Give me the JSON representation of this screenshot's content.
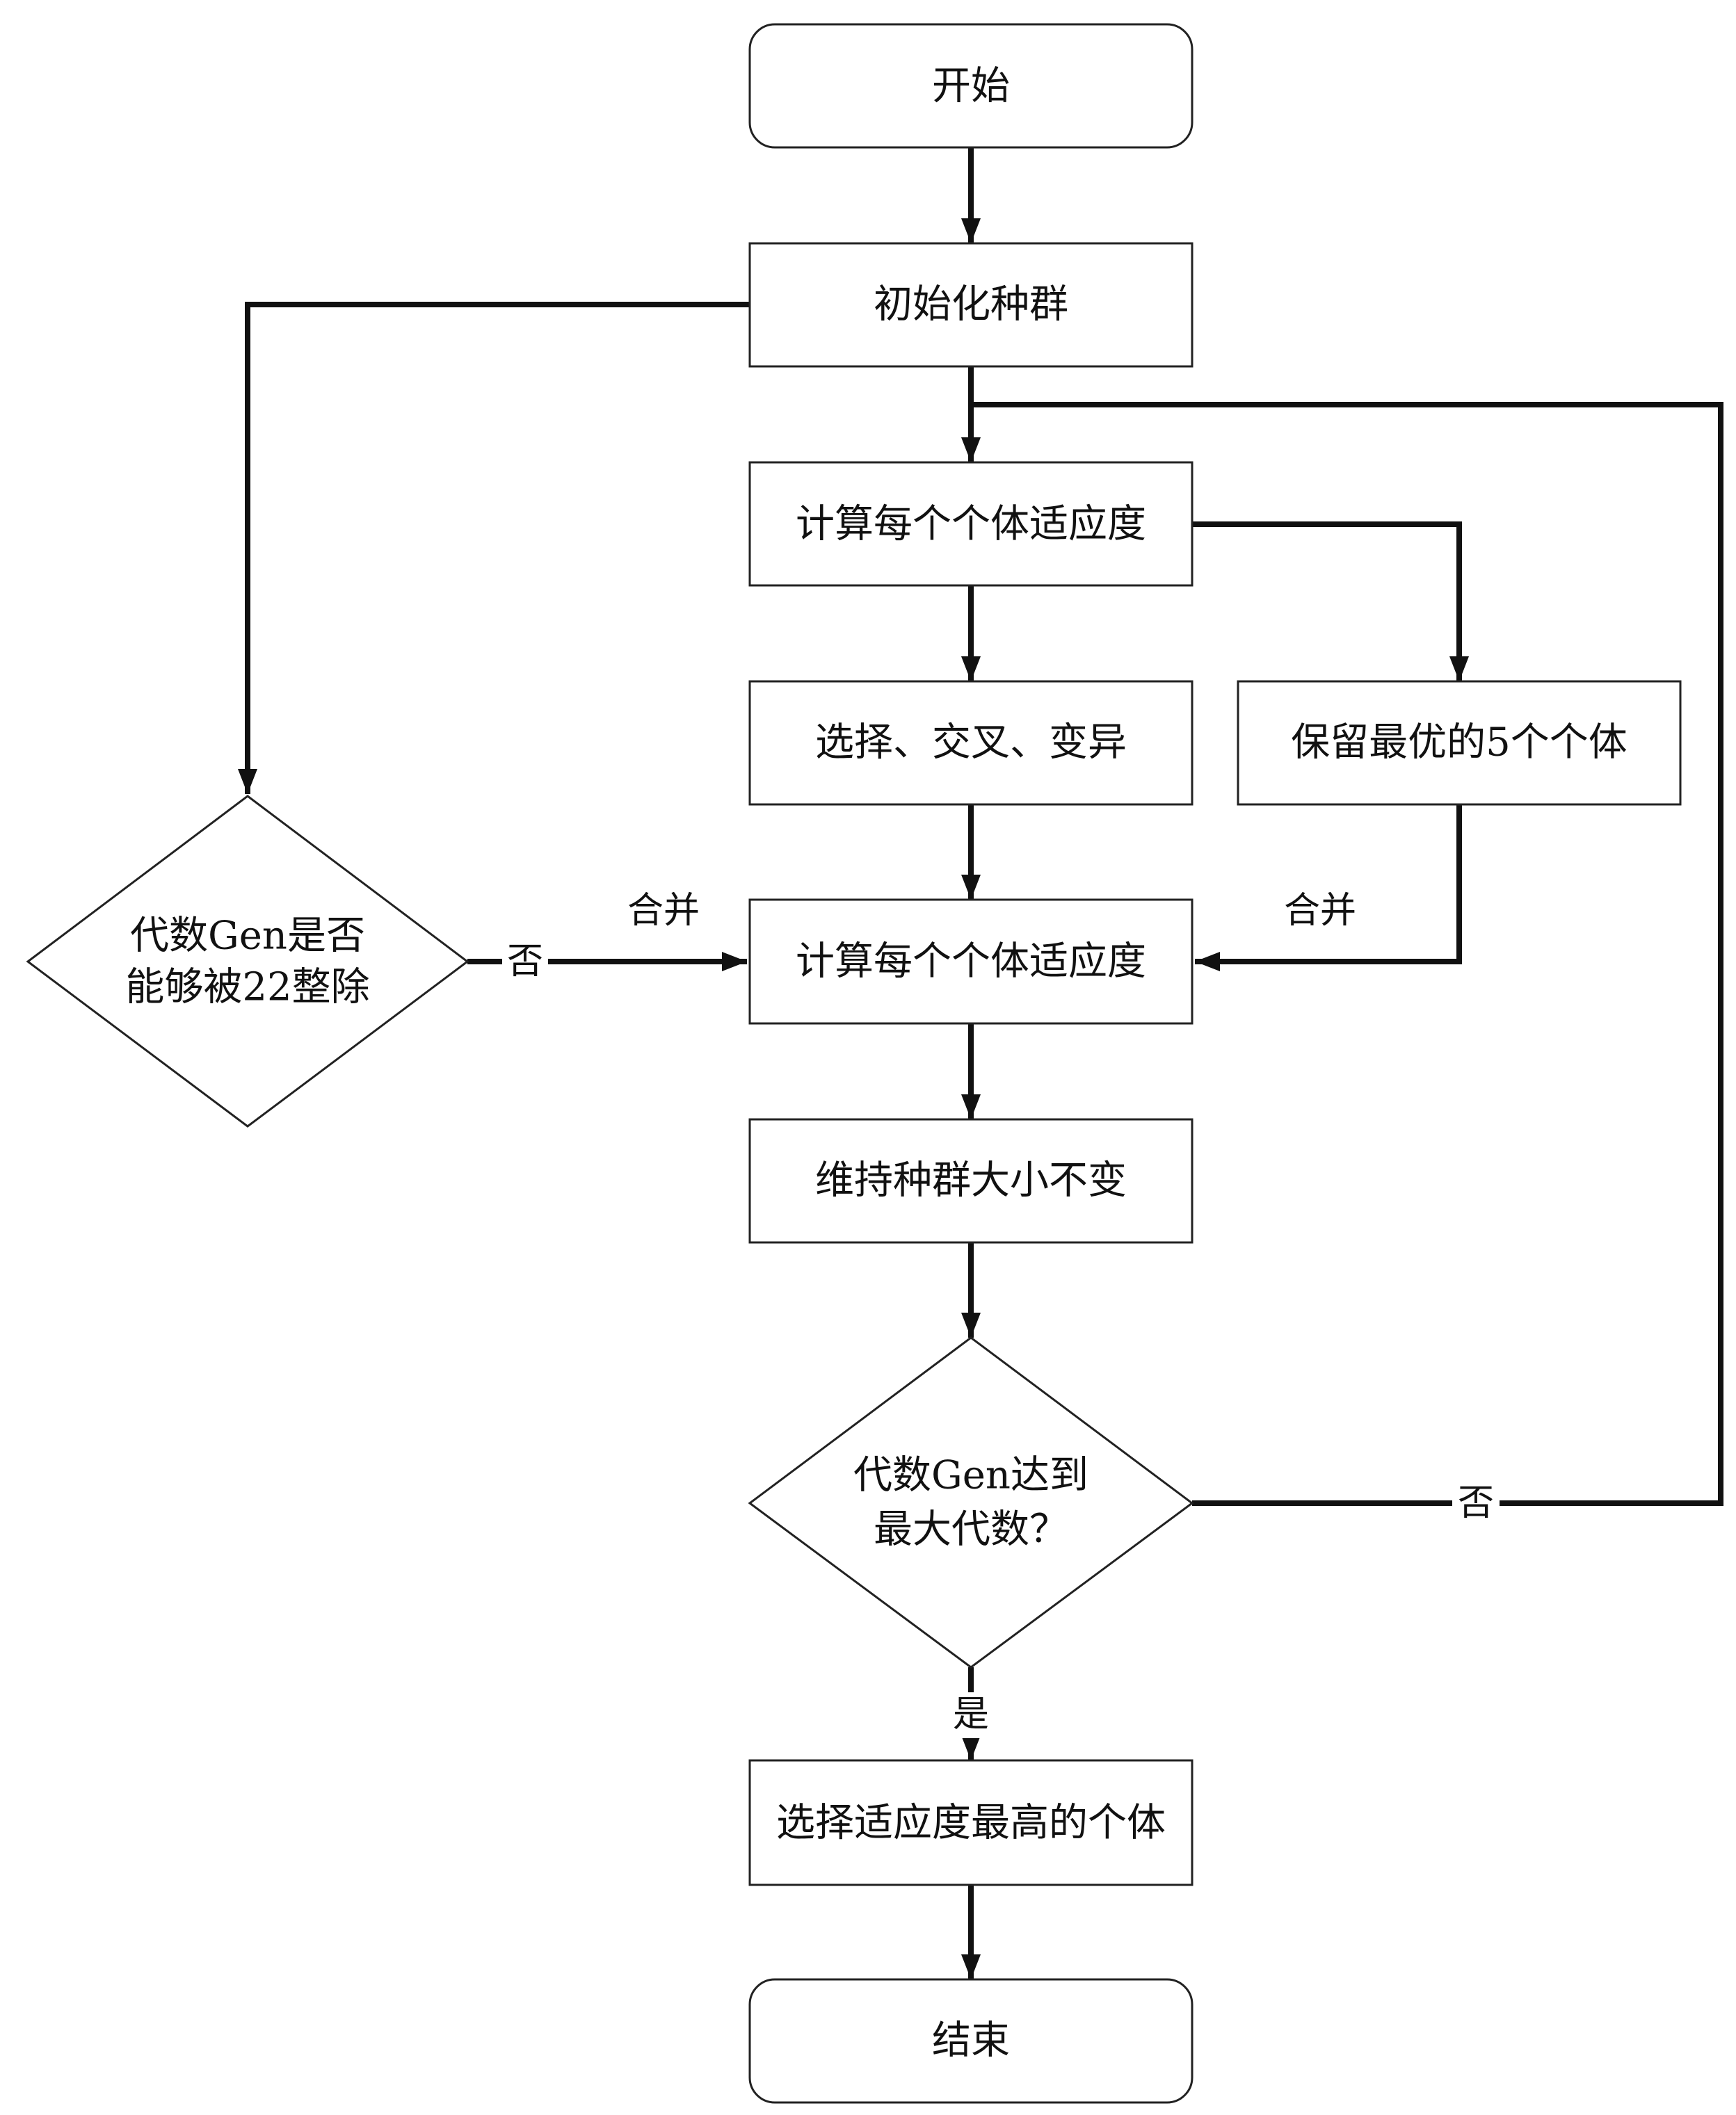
{
  "nodes": {
    "start": "开始",
    "init_population": "初始化种群",
    "calc_fitness_1": "计算每个个体适应度",
    "select_cross_mutate": "选择、交叉、变异",
    "keep_best": "保留最优的5个个体",
    "calc_fitness_2": "计算每个个体适应度",
    "keep_size": "维持种群大小不变",
    "decision_gen22": [
      "代数Gen是否",
      "能够被22整除"
    ],
    "decision_max_gen": [
      "代数Gen达到",
      "最大代数？"
    ],
    "select_best": "选择适应度最高的个体",
    "end": "结束"
  },
  "edge_labels": {
    "merge_left": "合并",
    "merge_right": "合并",
    "no_gen22": "否",
    "no_max_gen": "否",
    "yes_max_gen": "是"
  }
}
